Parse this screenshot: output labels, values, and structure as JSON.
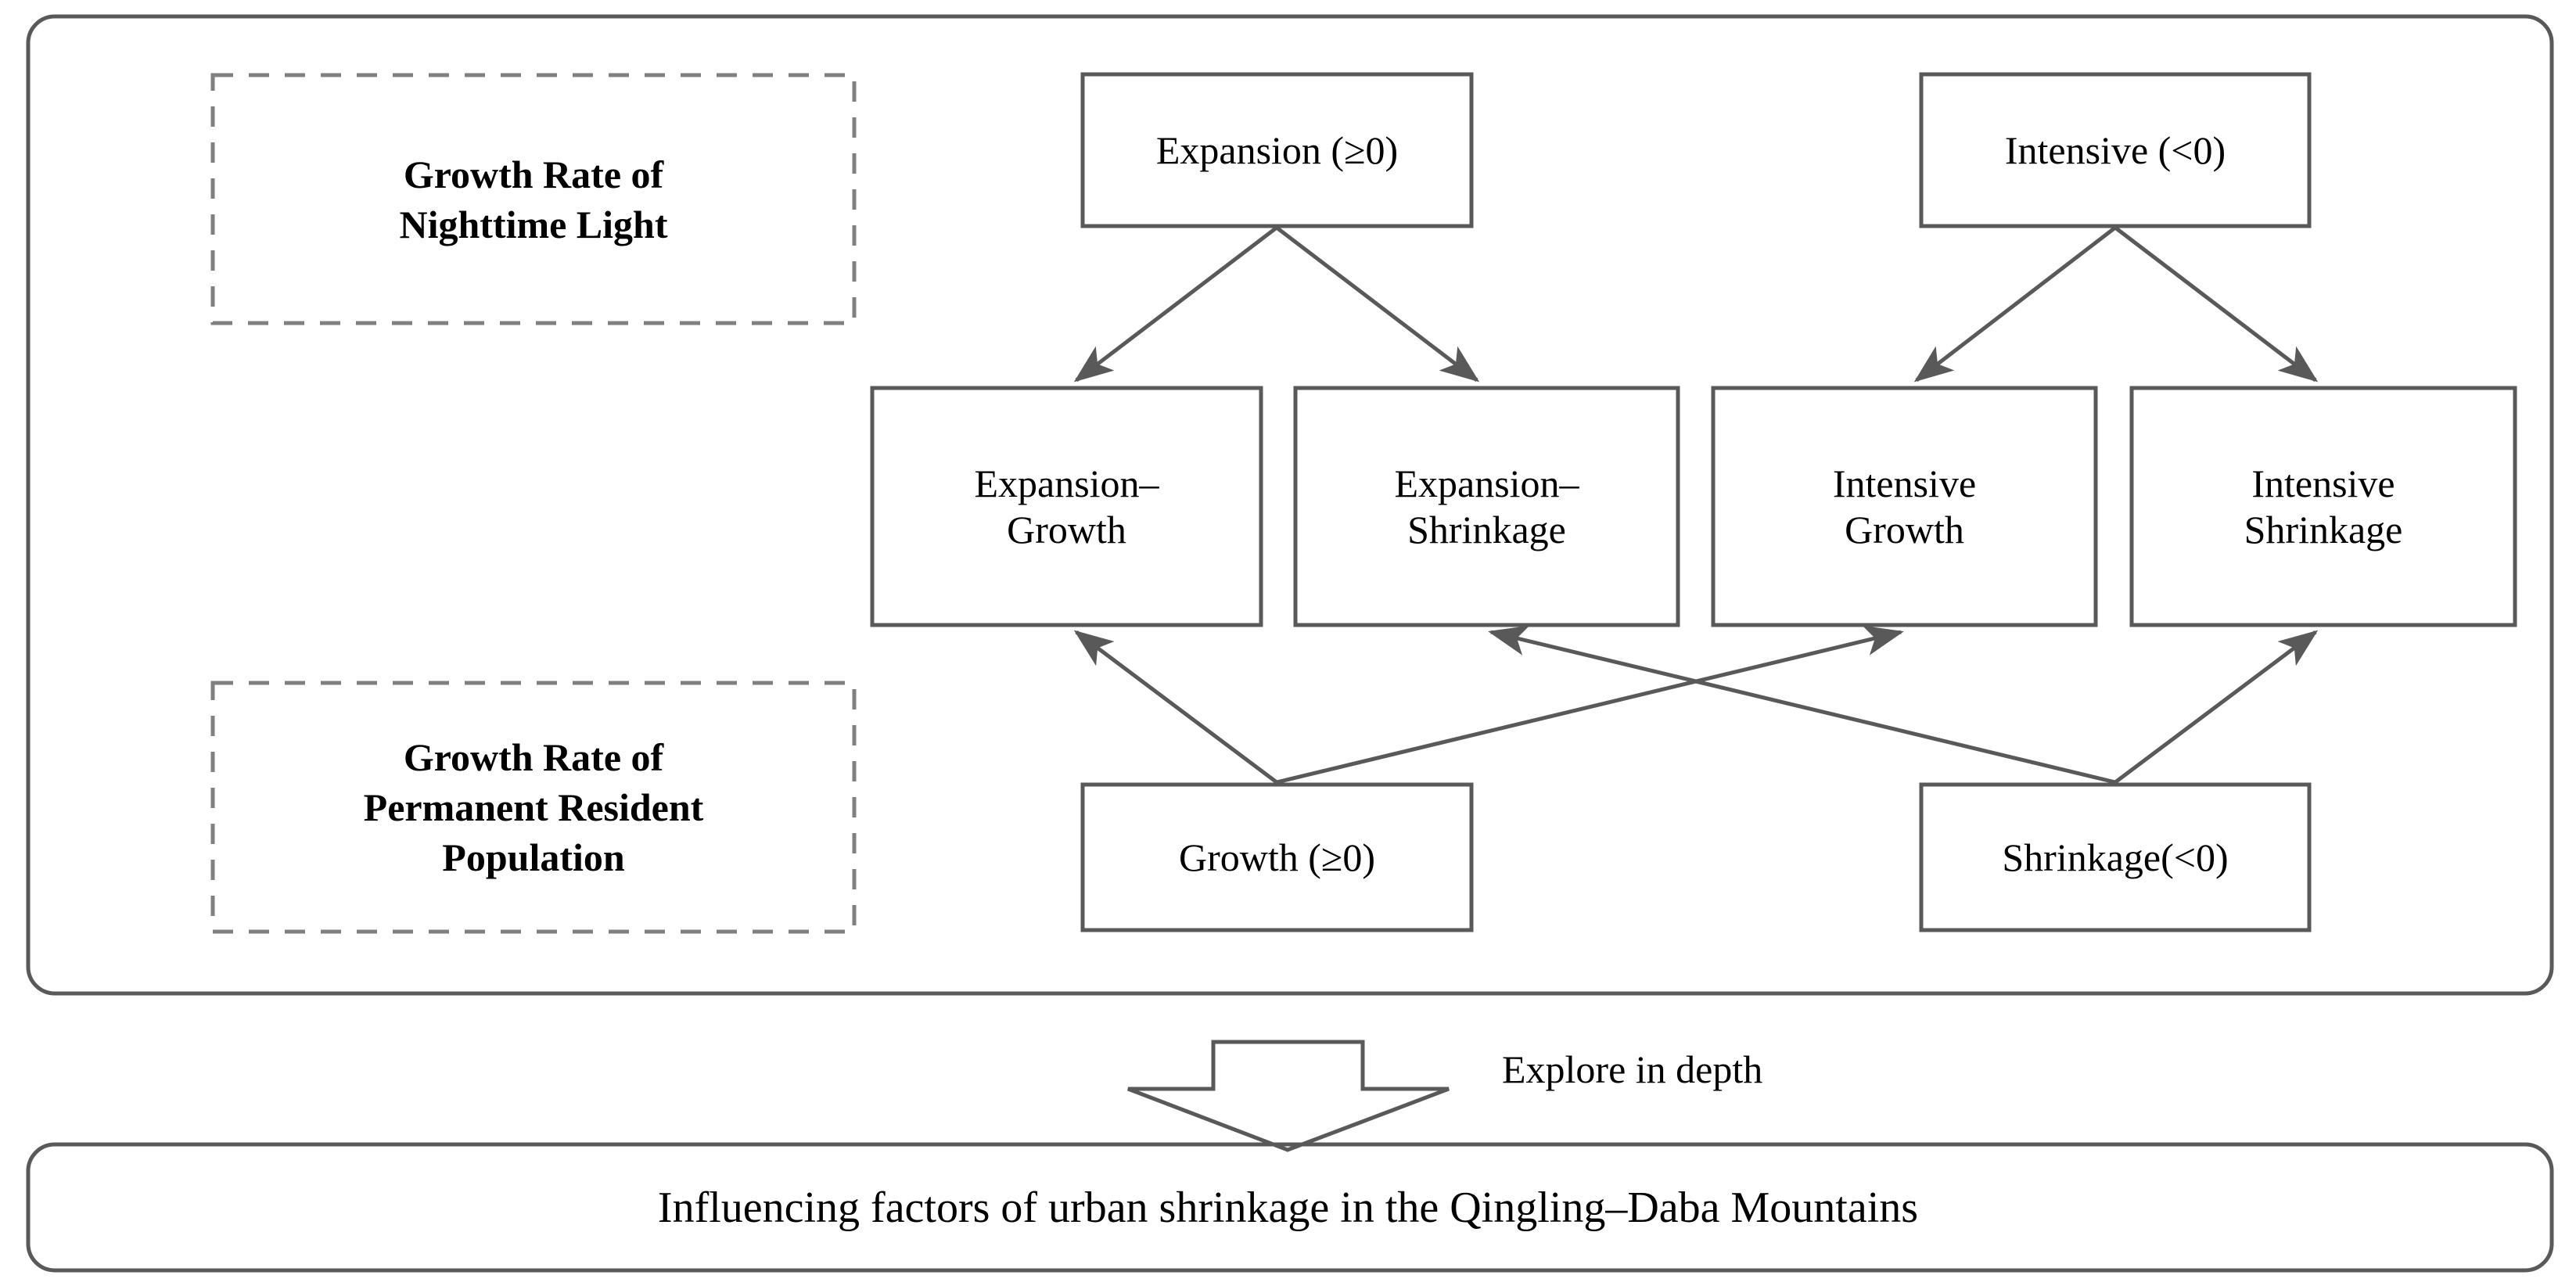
{
  "diagram": {
    "title_hidden": "",
    "colors": {
      "stroke": "#595959",
      "text": "#000000",
      "background": "#ffffff",
      "dashed_stroke": "#7f7f7f"
    },
    "legend": {
      "nighttime_light": "Growth Rate of\nNighttime Light",
      "population": "Growth Rate of\nPermanent Resident\nPopulation"
    },
    "nodes": {
      "expansion": "Expansion (≥0)",
      "intensive": "Intensive (<0)",
      "expansion_growth": "Expansion–\nGrowth",
      "expansion_shrinkage": "Expansion–\nShrinkage",
      "intensive_growth": "Intensive\nGrowth",
      "intensive_shrinkage": "Intensive\nShrinkage",
      "growth": "Growth  (≥0)",
      "shrinkage": "Shrinkage(<0)"
    },
    "flow": {
      "arrow_label": "Explore in depth",
      "arrow_icon": "down-block-arrow-icon"
    },
    "footer": {
      "text": "Influencing factors of urban shrinkage in the Qingling–Daba Mountains"
    },
    "edges": [
      {
        "from": "expansion",
        "to": "expansion_growth"
      },
      {
        "from": "expansion",
        "to": "expansion_shrinkage"
      },
      {
        "from": "intensive",
        "to": "intensive_growth"
      },
      {
        "from": "intensive",
        "to": "intensive_shrinkage"
      },
      {
        "from": "growth",
        "to": "expansion_growth"
      },
      {
        "from": "growth",
        "to": "intensive_growth"
      },
      {
        "from": "shrinkage",
        "to": "expansion_shrinkage"
      },
      {
        "from": "shrinkage",
        "to": "intensive_shrinkage"
      }
    ]
  }
}
